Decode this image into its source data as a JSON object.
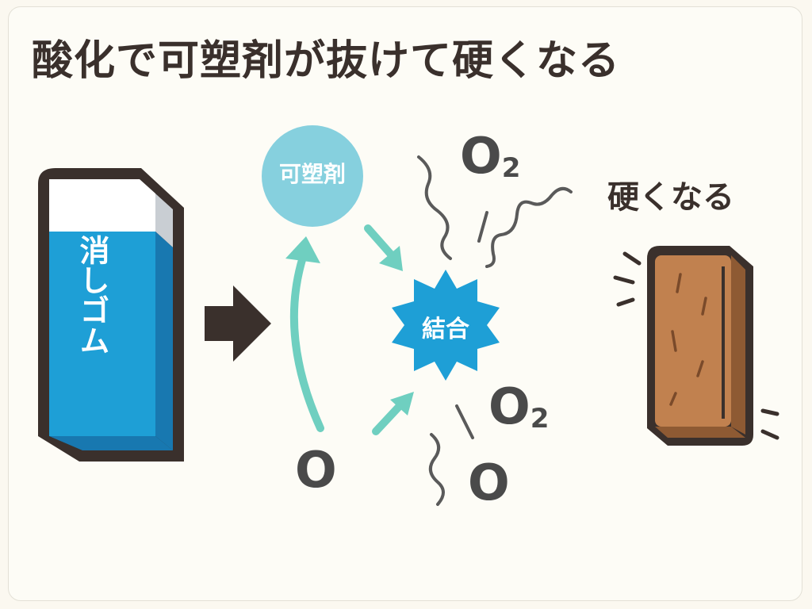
{
  "title": "酸化で可塑剤が抜けて硬くなる",
  "eraser": {
    "label": "消しゴム",
    "color": "#1e9fd6"
  },
  "plasticizer": {
    "label": "可塑剤",
    "color": "#86d0de"
  },
  "binding": {
    "label": "結合",
    "color": "#1e9fd6"
  },
  "result": {
    "label": "硬くなる",
    "color": "#b87a4f"
  },
  "molecules": {
    "o2_top": {
      "main": "O",
      "sub": "2"
    },
    "o2_mid": {
      "main": "O",
      "sub": "2"
    },
    "o_left": "O",
    "o_bottom": "O"
  },
  "colors": {
    "arrow": "#6fcfc0",
    "dark": "#3a302c",
    "background": "#fdfcf6"
  }
}
